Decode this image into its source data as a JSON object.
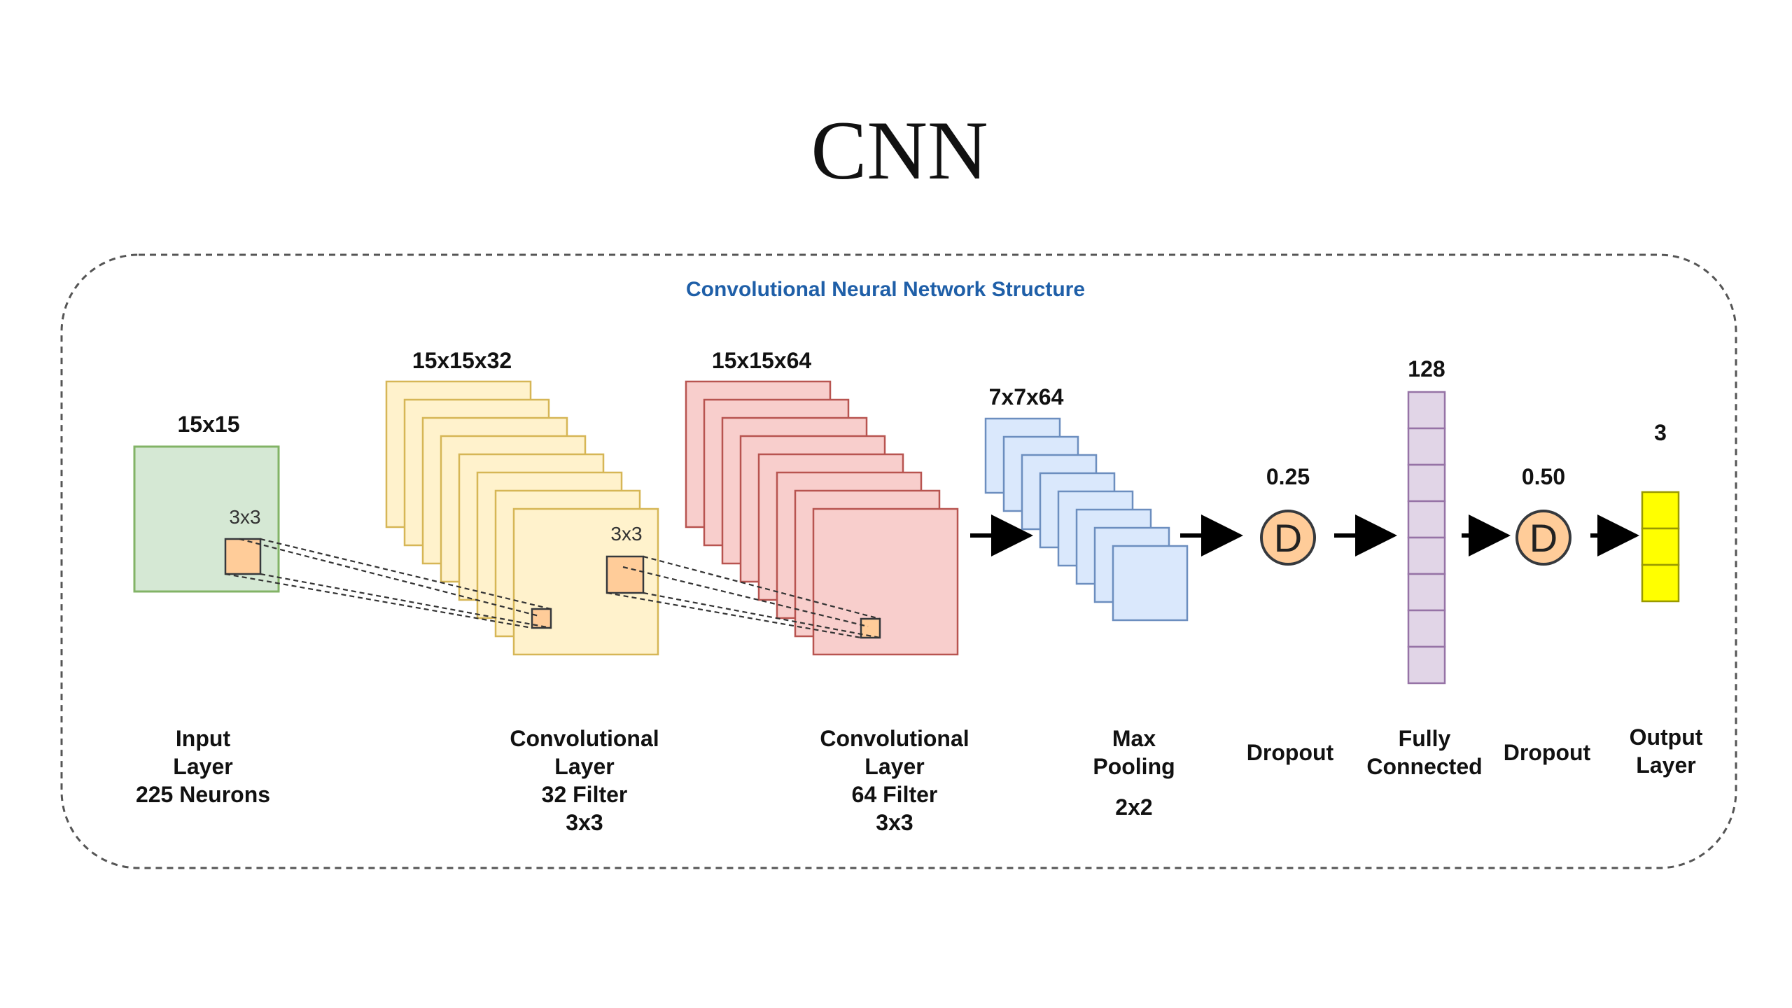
{
  "title": "CNN",
  "subtitle": "Convolutional Neural Network Structure",
  "colors": {
    "input": "#d5e8d4",
    "input_stroke": "#82b366",
    "conv1": "#fff2cc",
    "conv1_stroke": "#d6b656",
    "conv2": "#f8cecc",
    "conv2_stroke": "#b85450",
    "pool": "#dae8fc",
    "pool_stroke": "#6c8ebf",
    "kernel": "#ffcc99",
    "kernel_stroke": "#36393d",
    "fc": "#e1d5e7",
    "fc_stroke": "#9673a6",
    "output": "#ffff00",
    "output_stroke": "#999900",
    "subtitle": "#1f5fa8"
  },
  "layers": {
    "input": {
      "size": "15x15",
      "kernel": "3x3",
      "label": [
        "Input",
        "Layer",
        "225 Neurons"
      ]
    },
    "conv1": {
      "size": "15x15x32",
      "kernel": "3x3",
      "label": [
        "Convolutional",
        "Layer",
        "32 Filter",
        "3x3"
      ]
    },
    "conv2": {
      "size": "15x15x64",
      "label": [
        "Convolutional",
        "Layer",
        "64 Filter",
        "3x3"
      ]
    },
    "pool": {
      "size": "7x7x64",
      "label": [
        "Max",
        "Pooling"
      ],
      "sub": "2x2"
    },
    "dropout1": {
      "rate": "0.25",
      "letter": "D",
      "label": [
        "Dropout"
      ]
    },
    "fc": {
      "size": "128",
      "label": [
        "Fully",
        "Connected"
      ]
    },
    "dropout2": {
      "rate": "0.50",
      "letter": "D",
      "label": [
        "Dropout"
      ]
    },
    "output": {
      "size": "3",
      "label": [
        "Output",
        "Layer"
      ]
    }
  },
  "icons": {
    "arrow": "right-arrow-icon",
    "dropout": "dropout-circle-icon"
  }
}
